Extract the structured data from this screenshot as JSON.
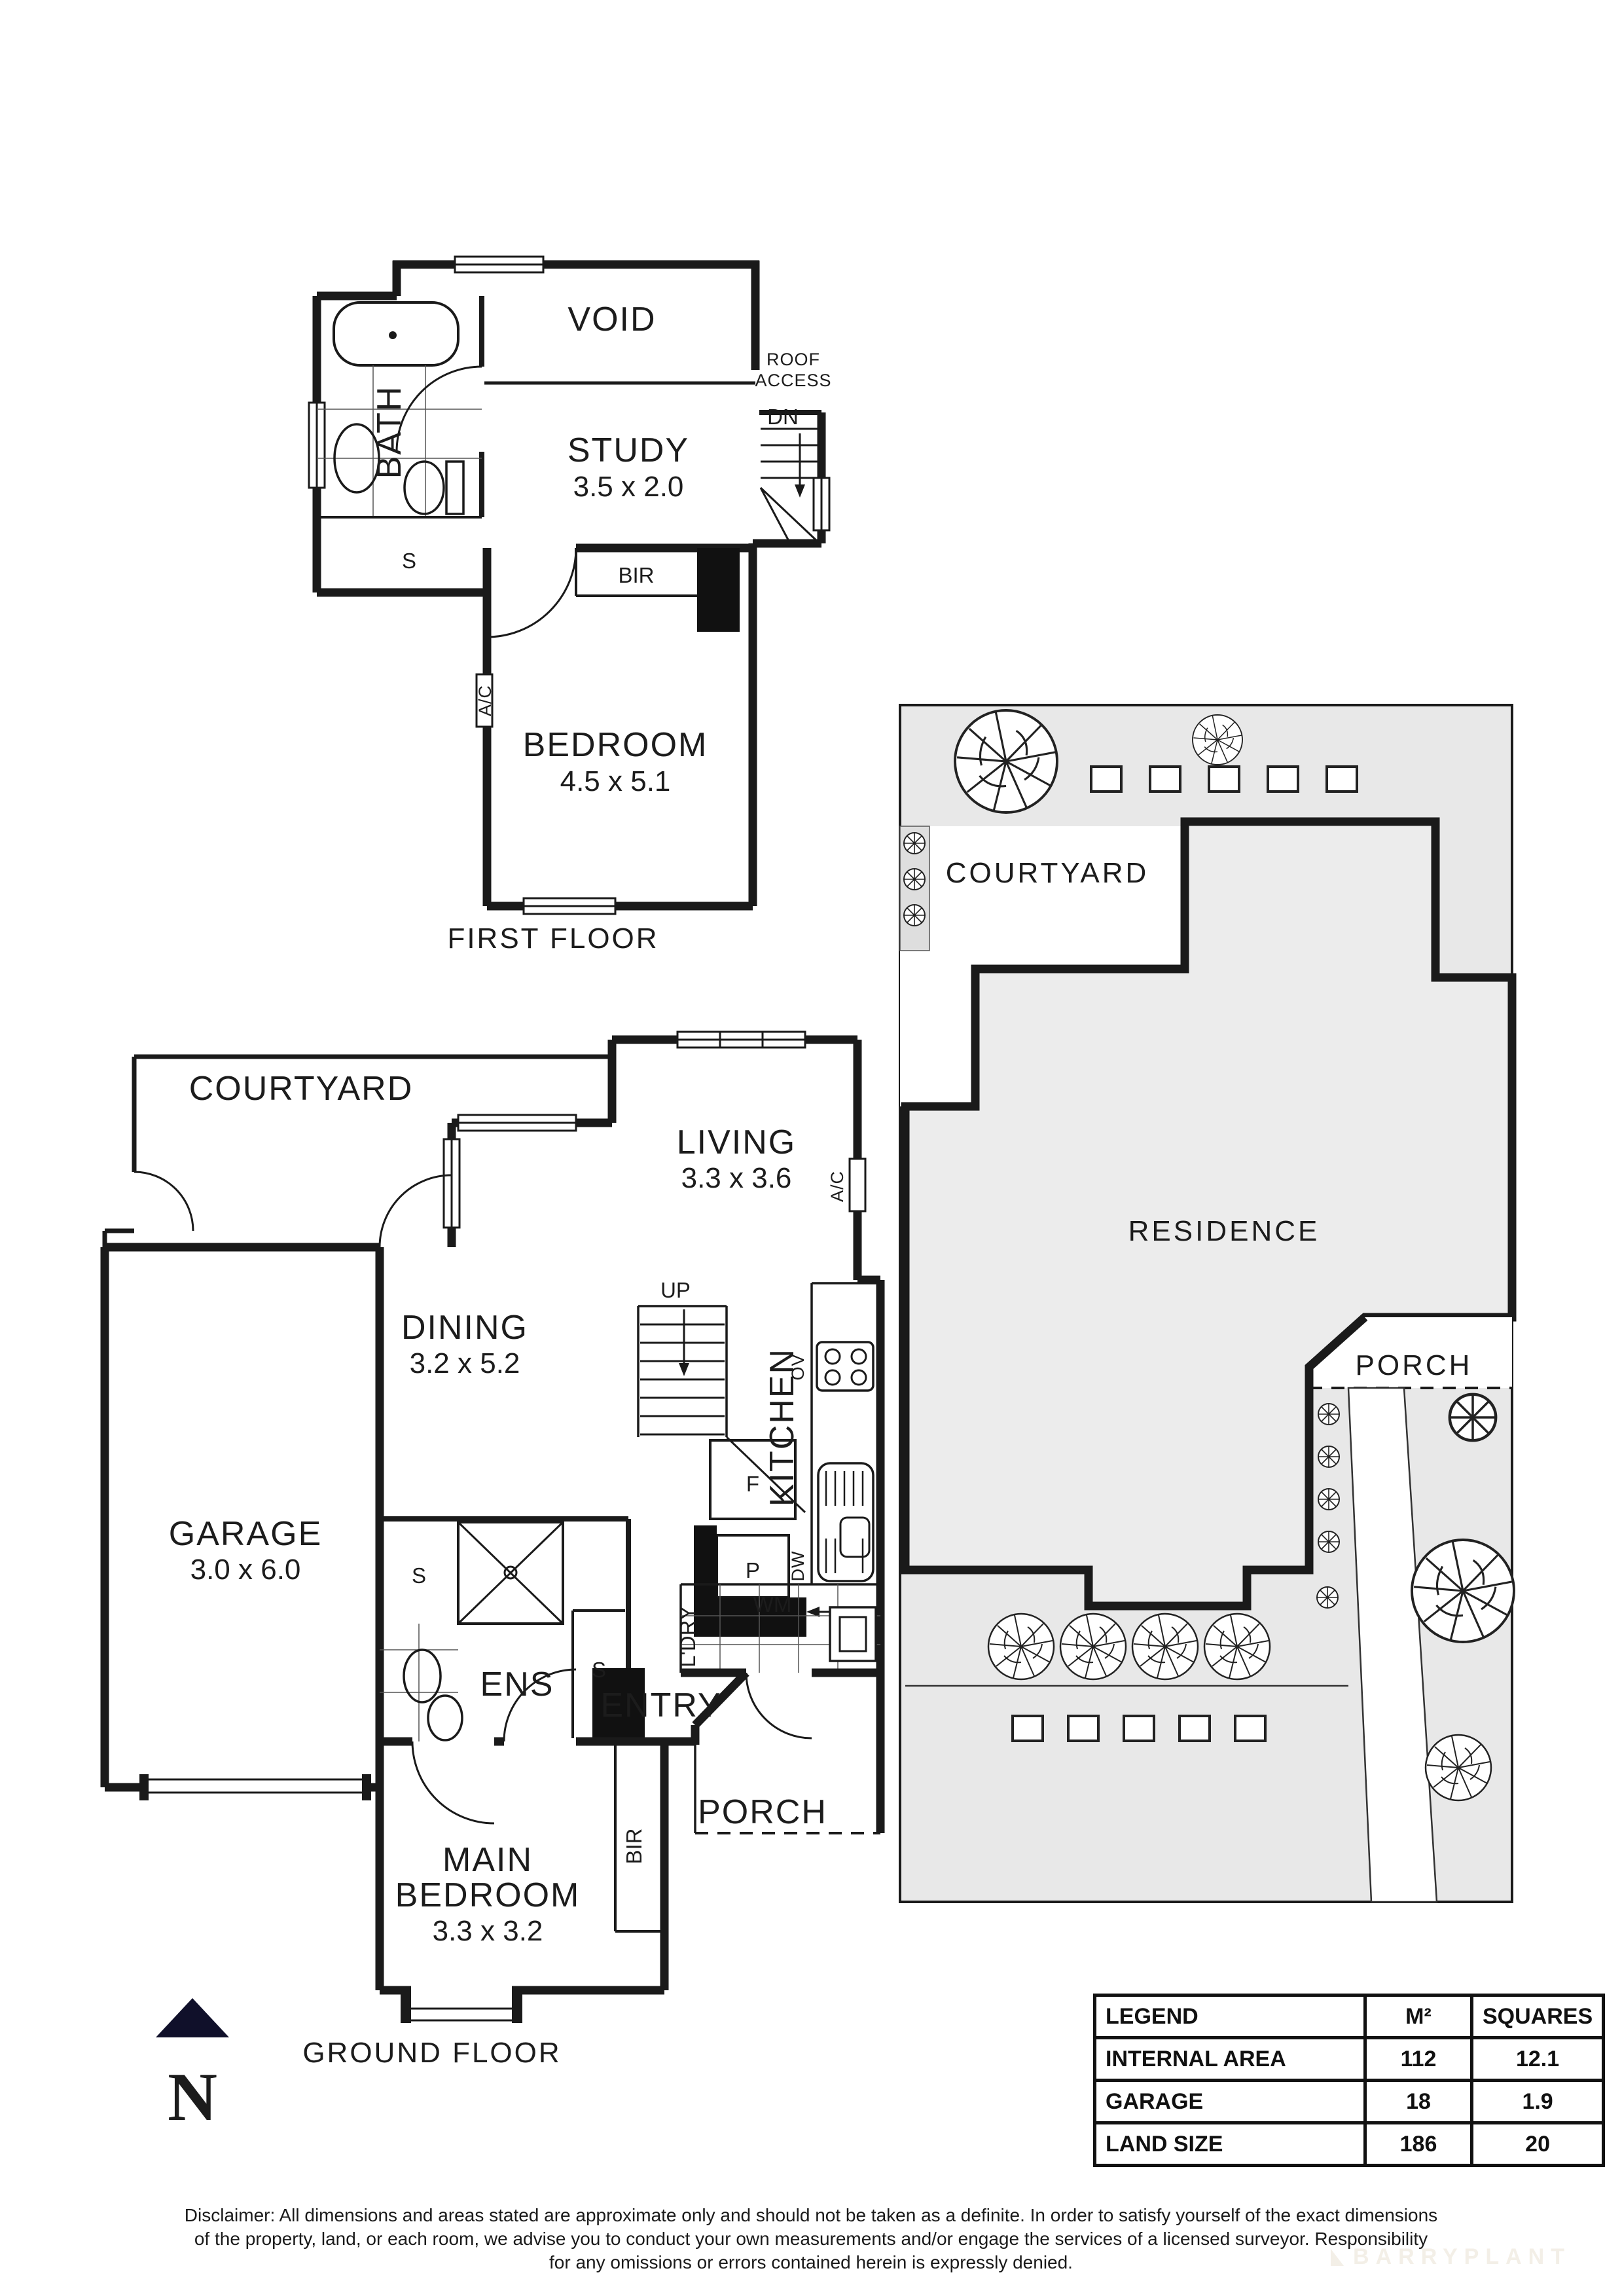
{
  "first_floor": {
    "title": "FIRST FLOOR",
    "void": "VOID",
    "bath": "BATH",
    "s": "S",
    "study": "STUDY",
    "study_dims": "3.5 x 2.0",
    "roof_access_line1": "ROOF",
    "roof_access_line2": "ACCESS",
    "dn": "DN",
    "bir": "BIR",
    "ac": "A/C",
    "bedroom": "BEDROOM",
    "bedroom_dims": "4.5 x 5.1"
  },
  "ground_floor": {
    "title": "GROUND FLOOR",
    "courtyard": "COURTYARD",
    "living": "LIVING",
    "living_dims": "3.3 x 3.6",
    "ac": "A/C",
    "dining": "DINING",
    "dining_dims": "3.2 x 5.2",
    "garage": "GARAGE",
    "garage_dims": "3.0 x 6.0",
    "up": "UP",
    "f": "F",
    "p": "P",
    "kitchen": "KITCHEN",
    "ov": "OV",
    "dw": "DW",
    "ldry": "L'DRY",
    "wm": "WM",
    "s_shower": "S",
    "s_closet": "S",
    "ens": "ENS",
    "entry": "ENTRY",
    "porch": "PORCH",
    "main_line1": "MAIN",
    "main_line2": "BEDROOM",
    "main_dims": "3.3 x 3.2",
    "bir": "BIR"
  },
  "site_plan": {
    "courtyard": "COURTYARD",
    "residence": "RESIDENCE",
    "porch": "PORCH"
  },
  "compass": {
    "north": "N"
  },
  "legend": {
    "headers": [
      "LEGEND",
      "M²",
      "SQUARES"
    ],
    "rows": [
      {
        "label": "INTERNAL AREA",
        "m2": "112",
        "squares": "12.1"
      },
      {
        "label": "GARAGE",
        "m2": "18",
        "squares": "1.9"
      },
      {
        "label": "LAND SIZE",
        "m2": "186",
        "squares": "20"
      }
    ]
  },
  "disclaimer": {
    "line1": "Disclaimer: All dimensions and areas stated are approximate only and should not be taken as a definite. In order to satisfy yourself of the exact dimensions",
    "line2": "of the property, land, or each room, we advise you to conduct your own measurements and/or engage the services of a licensed surveyor. Responsibility",
    "line3": "for any omissions or errors contained herein is expressly denied."
  },
  "watermark": "BARRYPLANT",
  "colors": {
    "wall": "#1a1a1a",
    "land": "#e8e8e8",
    "residence": "#ececec",
    "north_arrow": "#10102a"
  }
}
